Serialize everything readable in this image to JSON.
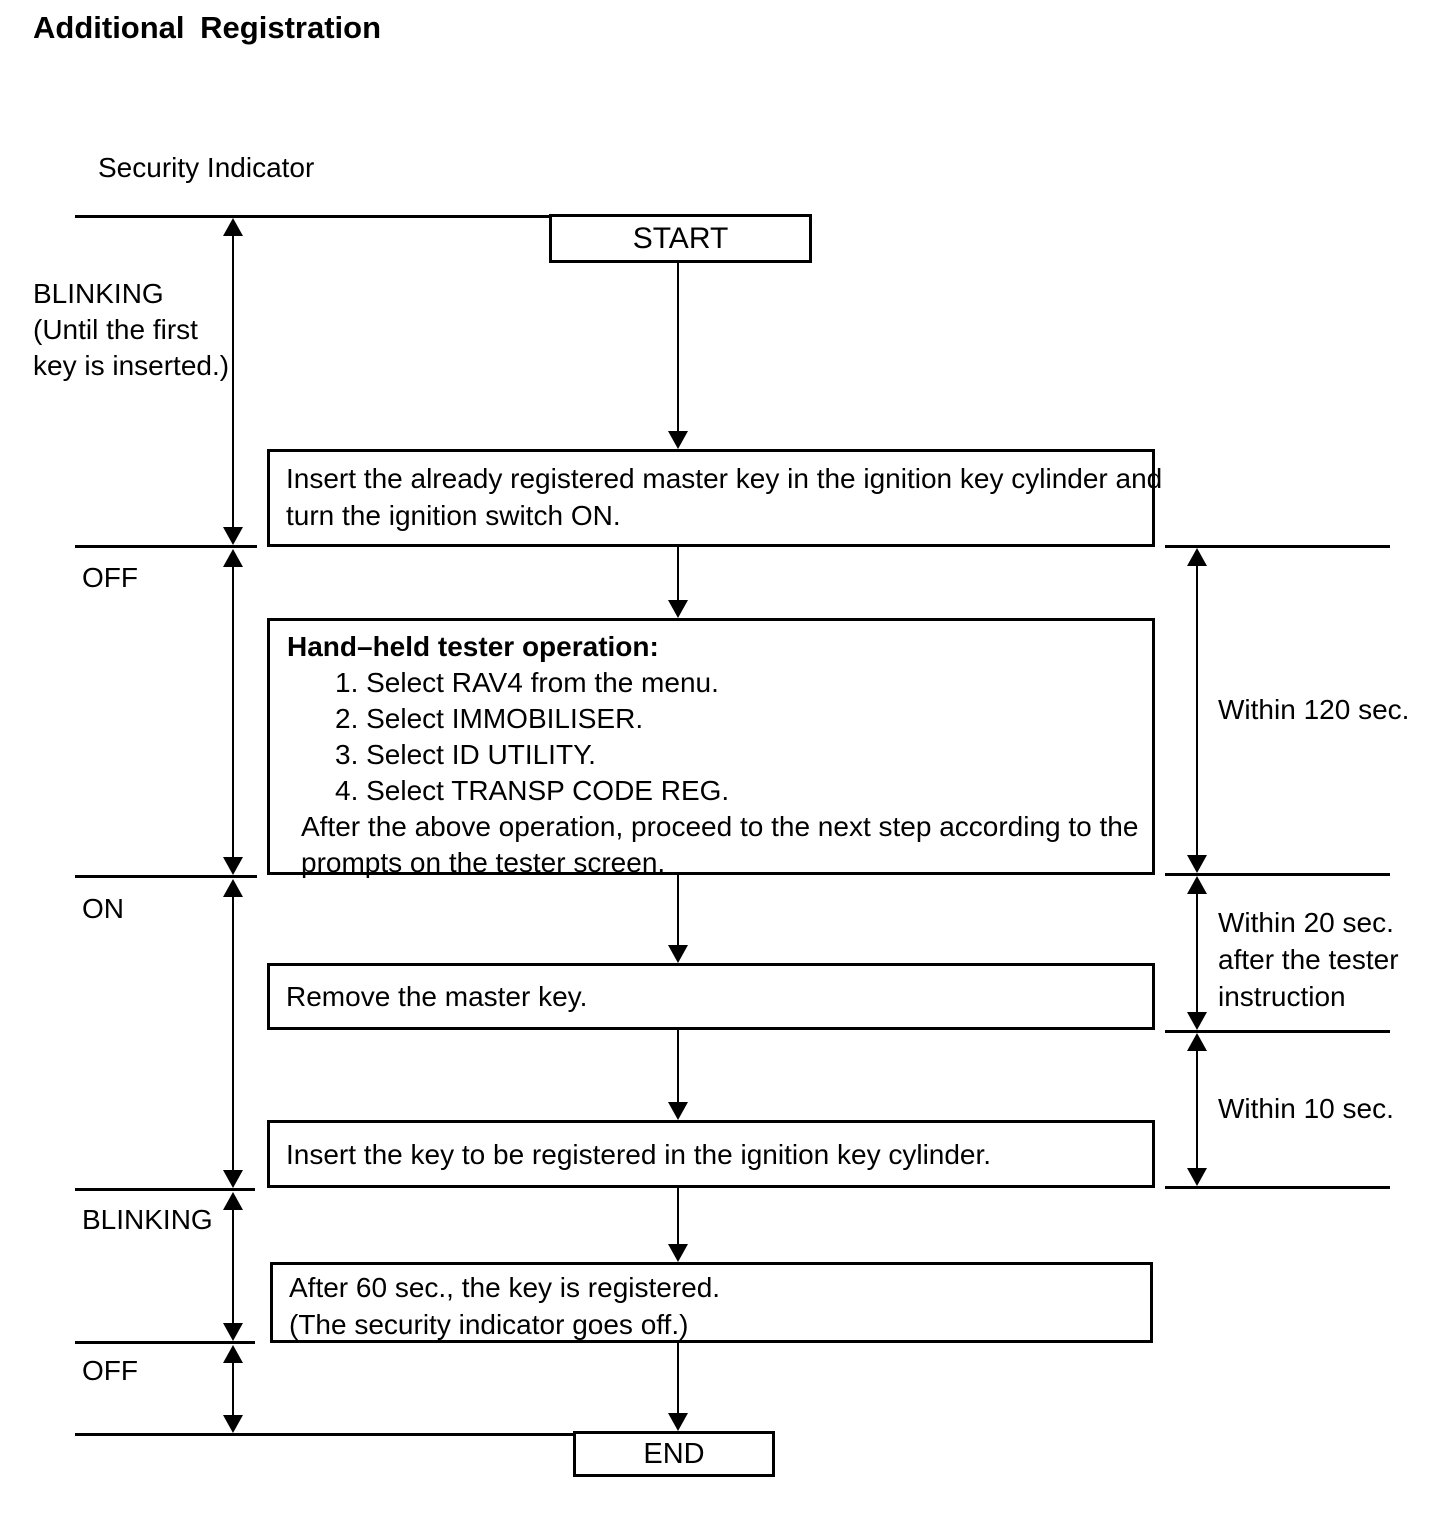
{
  "title": "Additional Registration",
  "diagram": {
    "axis_label": "Security Indicator",
    "indicator_states": [
      {
        "label": "BLINKING",
        "note": [
          "(Until the first",
          "key is inserted.)"
        ]
      },
      {
        "label": "OFF"
      },
      {
        "label": "ON"
      },
      {
        "label": "BLINKING"
      },
      {
        "label": "OFF"
      }
    ],
    "nodes": {
      "start": "START",
      "insert_master": [
        "Insert the already registered master key in the ignition key cylinder and",
        "turn the ignition switch ON."
      ],
      "tester": {
        "heading": "Hand–held tester operation:",
        "steps": [
          "1. Select RAV4 from the menu.",
          "2. Select IMMOBILISER.",
          "3. Select ID UTILITY.",
          "4. Select TRANSP CODE REG."
        ],
        "footer": [
          "After the above operation, proceed to the next step according to the",
          "prompts on the tester screen."
        ]
      },
      "remove_key": "Remove the master key.",
      "insert_new_key": "Insert the key to be registered in the ignition key cylinder.",
      "registered": [
        "After 60 sec., the key is registered.",
        "(The security indicator goes off.)"
      ],
      "end": "END"
    },
    "timing_notes": [
      {
        "lines": [
          "Within 120 sec."
        ]
      },
      {
        "lines": [
          "Within 20 sec.",
          "after the tester",
          "instruction"
        ]
      },
      {
        "lines": [
          "Within 10 sec."
        ]
      }
    ]
  }
}
